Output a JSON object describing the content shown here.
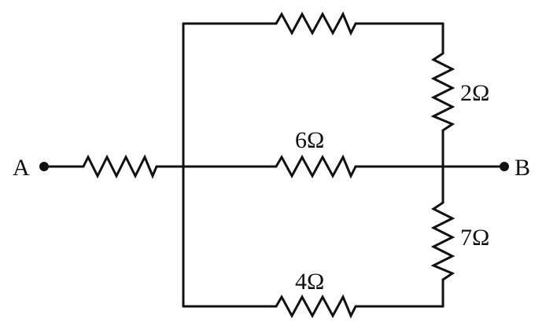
{
  "diagram": {
    "terminals": {
      "a": "A",
      "b": "B"
    },
    "resistors": {
      "top": "",
      "right_upper": "2Ω",
      "middle": "6Ω",
      "left_input": "",
      "right_lower": "7Ω",
      "bottom": "4Ω"
    }
  }
}
